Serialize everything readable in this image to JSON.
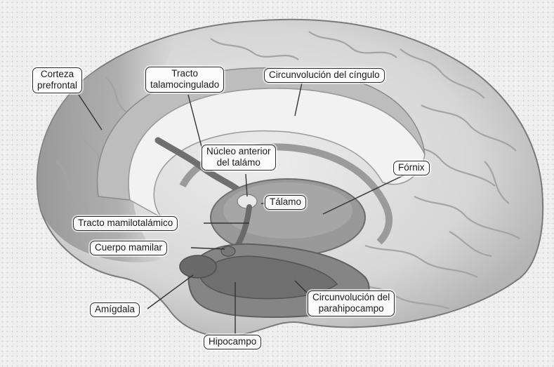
{
  "labels": {
    "corteza_prefrontal": [
      "Corteza",
      "prefrontal"
    ],
    "tracto_talamocingulado": [
      "Tracto",
      "talamocingulado"
    ],
    "circunvolucion_cingulo": [
      "Circunvolución del cíngulo"
    ],
    "nucleo_anterior": [
      "Núcleo anterior",
      "del talámo"
    ],
    "fornix": [
      "Fórnix"
    ],
    "talamo": [
      "Tálamo"
    ],
    "tracto_mamilotalamico": [
      "Tracto mamilotalámico"
    ],
    "cuerpo_mamilar": [
      "Cuerpo mamilar"
    ],
    "amigdala": [
      "Amígdala"
    ],
    "parahipocampo": [
      "Circunvolución del",
      "parahipocampo"
    ],
    "hipocampo": [
      "Hipocampo"
    ]
  },
  "colors": {
    "cortex_light": "#e2e2e2",
    "cortex_dark": "#9a9a9a",
    "limbic": "#8c8c8c",
    "limbic_dark": "#707070",
    "background": "#efefef"
  }
}
